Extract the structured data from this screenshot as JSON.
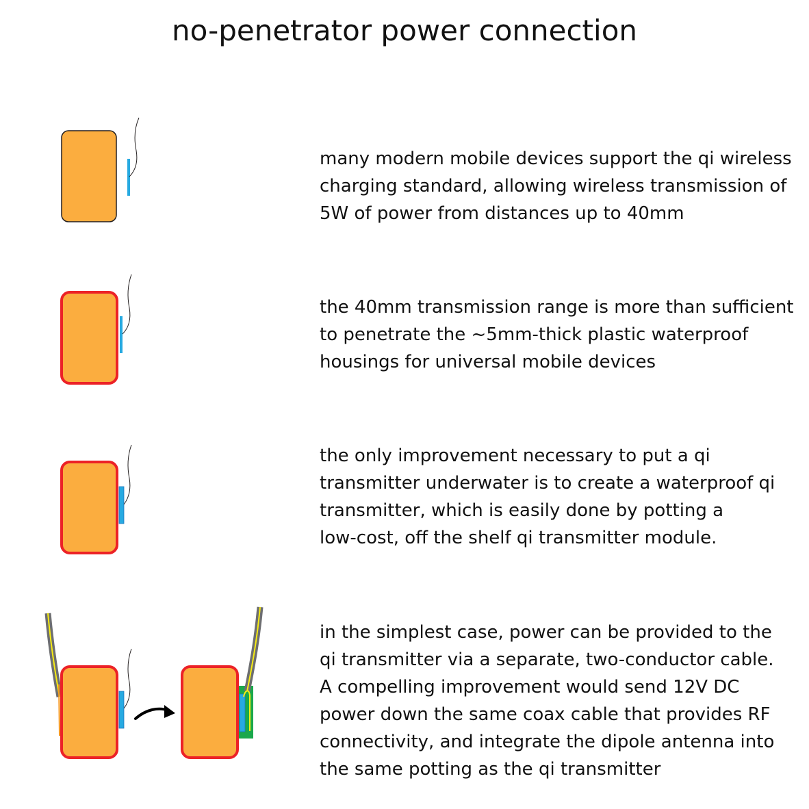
{
  "title": "no-penetrator power connection",
  "colors": {
    "device_fill": "#FBAD3F",
    "housing_border": "#EC2227",
    "coil": "#27AAE1",
    "potting": "#1AA84B",
    "coax_outer": "#6D6E71",
    "coax_inner": "#F7EC13",
    "wire": "#231F20"
  },
  "sections": [
    {
      "caption": [
        "many modern mobile devices support the qi wireless",
        "charging standard, allowing wireless transmission of",
        "5W of power from distances up to 40mm"
      ]
    },
    {
      "caption": [
        "the 40mm transmission range is more than sufficient",
        "to penetrate the ~5mm-thick plastic waterproof",
        "housings for universal mobile devices"
      ]
    },
    {
      "caption": [
        "the only improvement necessary to put a qi",
        "transmitter underwater is to create a waterproof qi",
        "transmitter, which is easily done by potting a",
        "low-cost, off the shelf qi transmitter module."
      ]
    },
    {
      "caption": [
        "in the simplest case, power can be provided to the",
        "qi transmitter via a separate, two-conductor cable.",
        "A compelling improvement would send 12V DC",
        "power down the same coax cable that provides RF",
        "connectivity, and integrate the dipole antenna into",
        "the same potting as the qi transmitter"
      ]
    }
  ]
}
